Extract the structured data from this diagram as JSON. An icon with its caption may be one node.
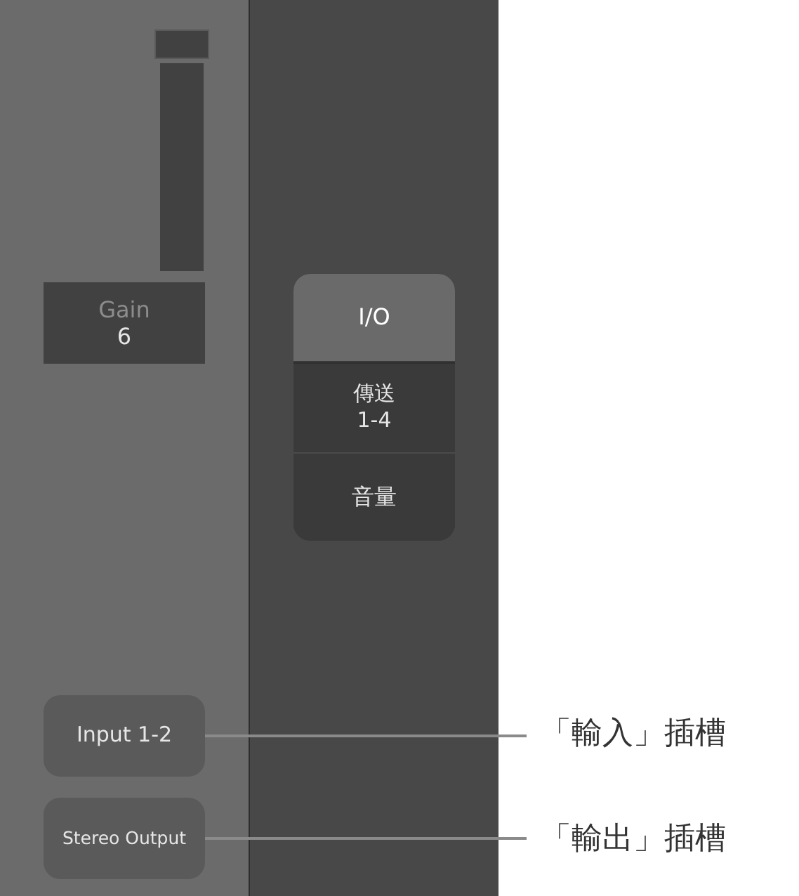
{
  "diagram": {
    "nodes": [
      {
        "text": [
          "Gain",
          "6"
        ]
      },
      {
        "text": [
          "I/O"
        ]
      },
      {
        "text": [
          "傳送 1-4"
        ]
      },
      {
        "text": [
          "音量"
        ]
      },
      {
        "text": [
          "Input 1-2"
        ]
      },
      {
        "text": [
          "Stereo Output"
        ]
      },
      {
        "text": [
          "「輸入」插槽"
        ]
      },
      {
        "text": [
          "「輸出」插槽"
        ]
      }
    ],
    "edges": [
      {
        "from": 6,
        "to": 4,
        "arrow": "none"
      },
      {
        "from": 7,
        "to": 5,
        "arrow": "none"
      }
    ]
  }
}
